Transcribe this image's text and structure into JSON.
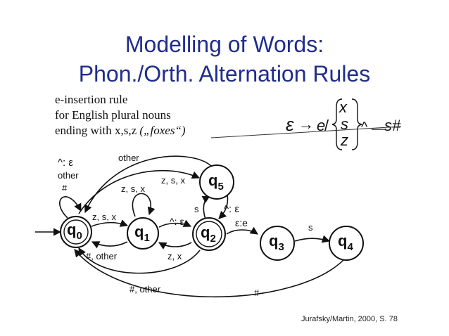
{
  "title": {
    "line1": "Modelling of Words:",
    "line2": "Phon./Orth. Alternation Rules"
  },
  "rule_description": {
    "line1": "e-insertion rule",
    "line2": "for English plural nouns",
    "line3_prefix": "ending with x,s,z ",
    "line3_example": "(„foxes“)"
  },
  "formula": {
    "epsilon": "ε",
    "arrow": "→",
    "e": "e",
    "slash": "/",
    "set_x": "x",
    "set_s": "s",
    "set_z": "z",
    "caret": "^",
    "s_hash": "s#"
  },
  "states": {
    "q0": {
      "q": "q",
      "sub": "0"
    },
    "q1": {
      "q": "q",
      "sub": "1"
    },
    "q2": {
      "q": "q",
      "sub": "2"
    },
    "q3": {
      "q": "q",
      "sub": "3"
    },
    "q4": {
      "q": "q",
      "sub": "4"
    },
    "q5": {
      "q": "q",
      "sub": "5"
    }
  },
  "labels": {
    "q0_loop": {
      "line1": "^: ε",
      "line2": "other",
      "line3": "#"
    },
    "other_top": "other",
    "q0_q1": "z, s, x",
    "q1_loop": "z, s, x",
    "q1_q2": "^: ε",
    "q1_q0": "#, other",
    "q2_q1": "z, x",
    "q0_q5": "z, s, x",
    "q5_q2": "^: ε",
    "q2_q5": "s",
    "q2_q3": "ε:e",
    "q3_q4": "s",
    "q2_q0": "#, other",
    "q4_q0": "#"
  },
  "citation": "Jurafsky/Martin, 2000, S. 78"
}
